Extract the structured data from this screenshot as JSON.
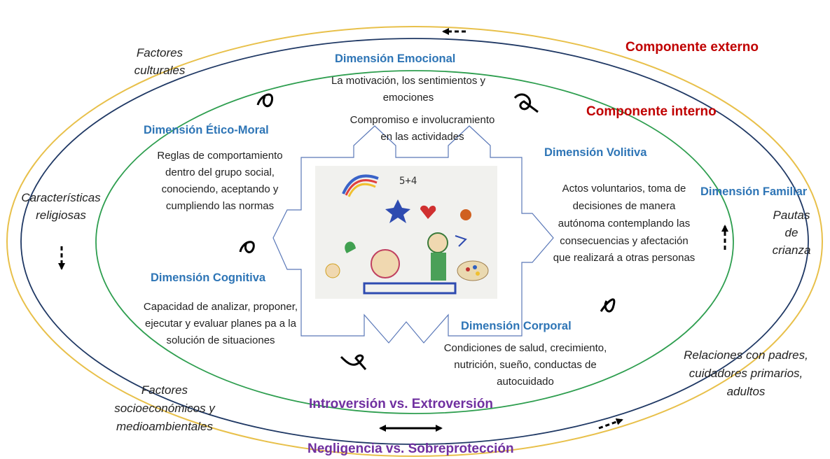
{
  "components": {
    "external": "Componente externo",
    "internal": "Componente interno"
  },
  "dimensions": {
    "emocional": {
      "title": "Dimensión Emocional",
      "line1": "La motivación, los sentimientos y",
      "line2": "emociones",
      "line3": "Compromiso e involucramiento",
      "line4": "en las actividades"
    },
    "etico": {
      "title": "Dimensión Ético-Moral",
      "lines": [
        "Reglas de comportamiento",
        "dentro del grupo social,",
        "conociendo, aceptando y",
        "cumpliendo las normas"
      ]
    },
    "volitiva": {
      "title": "Dimensión Volitiva",
      "lines": [
        "Actos voluntarios, toma de",
        "decisiones de manera",
        "autónoma contemplando las",
        "consecuencias y  afectación",
        "que realizará a otras personas"
      ]
    },
    "cognitiva": {
      "title": "Dimensión Cognitiva",
      "lines": [
        "Capacidad de analizar, proponer,",
        "ejecutar y evaluar planes pa a la",
        "solución de situaciones"
      ]
    },
    "corporal": {
      "title": "Dimensión Corporal",
      "lines": [
        "Condiciones de salud, crecimiento,",
        "nutrición, sueño, conductas de",
        "autocuidado"
      ]
    },
    "familiar": {
      "title": "Dimensión Familiar",
      "lines": [
        "Pautas",
        "de",
        "crianza"
      ]
    }
  },
  "factors": {
    "culturales": [
      "Factores",
      "culturales"
    ],
    "religiosas": [
      "Características",
      "religiosas"
    ],
    "socioeconomicos": [
      "Factores",
      "socioeconómicos y",
      "medioambientales"
    ],
    "relaciones": [
      "Relaciones con padres,",
      "cuidadores primarios,",
      "adultos"
    ]
  },
  "spectrums": {
    "introversion": "Introversión vs. Extroversión",
    "negligencia": "Negligencia  vs. Sobreprotección"
  },
  "drawing_text": "5+4",
  "colors": {
    "outer_ellipse": "#e8c04a",
    "middle_ellipse": "#1f3864",
    "inner_ellipse": "#2e9e4f",
    "dimension_title": "#2e75b6",
    "component_title": "#c00000",
    "spectrum_title": "#7030a0"
  }
}
